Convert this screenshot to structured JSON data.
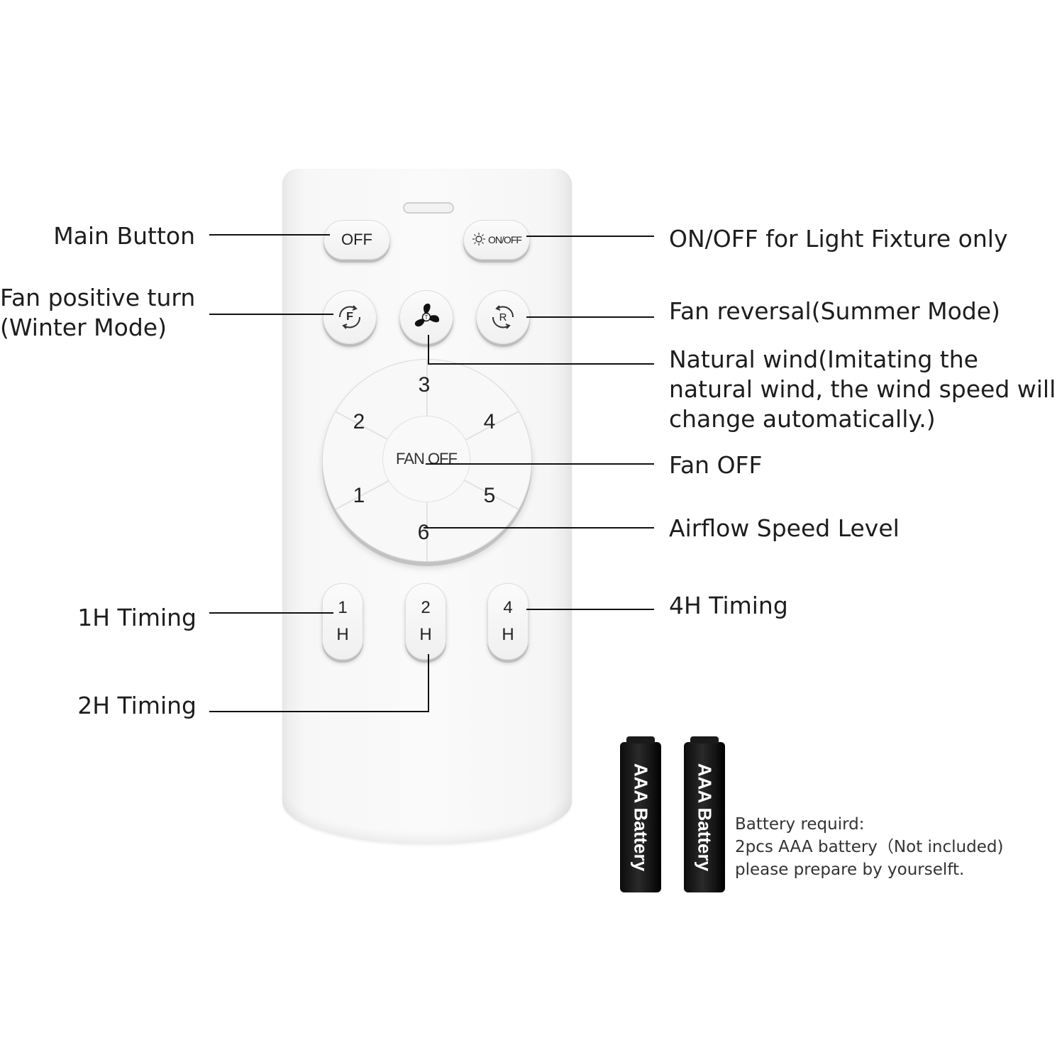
{
  "labels": {
    "main_button": "Main Button",
    "light_onoff": "ON/OFF for Light Fixture only",
    "fan_positive": "Fan positive turn (Winter Mode)",
    "fan_reversal": "Fan reversal(Summer Mode)",
    "natural_wind": "Natural wind(Imitating the natural wind, the wind speed will change automatically.)",
    "fan_off": "Fan OFF",
    "airflow": "Airflow Speed Level",
    "timing_1h": "1H Timing",
    "timing_4h": "4H Timing",
    "timing_2h": "2H Timing"
  },
  "remote": {
    "off_button": "OFF",
    "light_button": "ON/OFF",
    "forward_button": "F",
    "natural_button": "T",
    "reverse_button": "R",
    "dial": {
      "n1": "1",
      "n2": "2",
      "n3": "3",
      "n4": "4",
      "n5": "5",
      "n6": "6",
      "center": "FAN OFF"
    },
    "timers": [
      {
        "num": "1",
        "unit": "H"
      },
      {
        "num": "2",
        "unit": "H"
      },
      {
        "num": "4",
        "unit": "H"
      }
    ]
  },
  "batteries": [
    "AAA Battery",
    "AAA Battery"
  ],
  "note": {
    "line1": "Battery requird:",
    "line2": "2pcs AAA battery（Not included)",
    "line3": "please prepare by yourselft."
  }
}
